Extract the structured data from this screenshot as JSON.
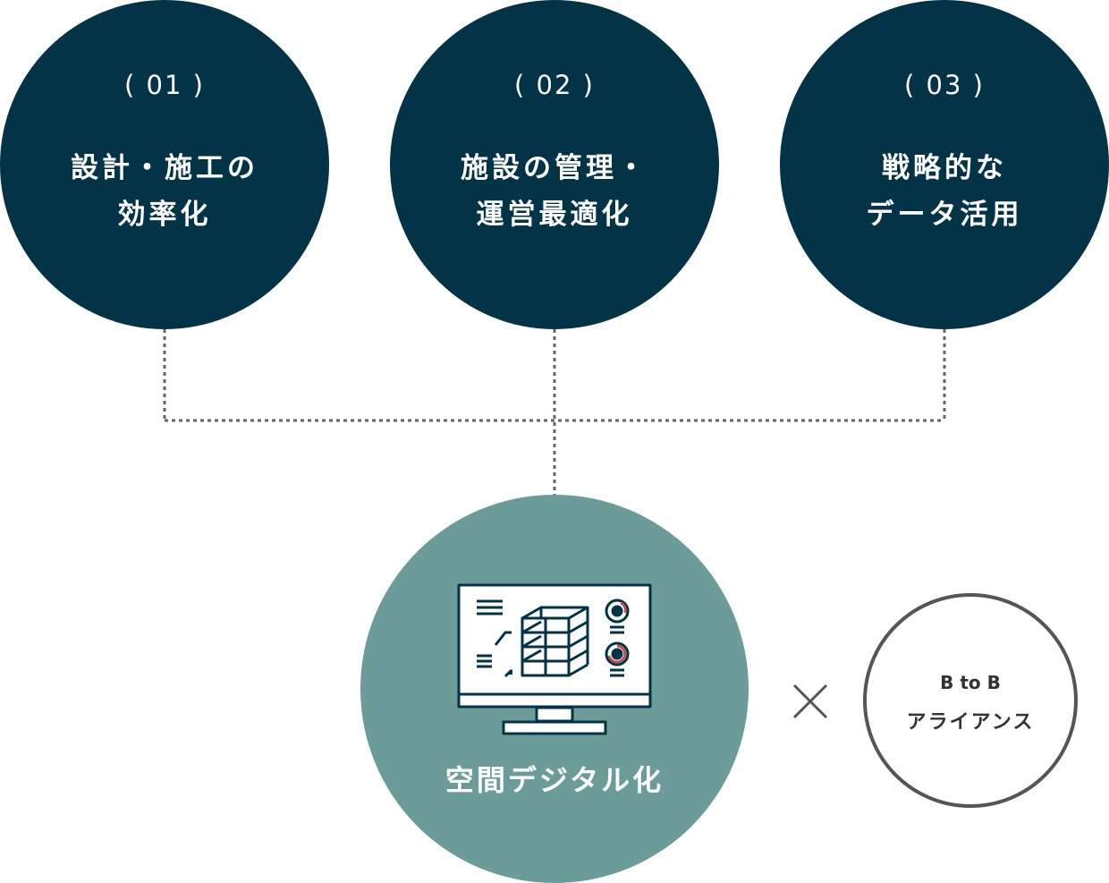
{
  "pillars": [
    {
      "number": "( 01 )",
      "title_line1": "設計・施工の",
      "title_line2": "効率化"
    },
    {
      "number": "( 02 )",
      "title_line1": "施設の管理・",
      "title_line2": "運営最適化"
    },
    {
      "number": "( 03 )",
      "title_line1": "戦略的な",
      "title_line2": "データ活用"
    }
  ],
  "core": {
    "label": "空間デジタル化",
    "icon": "monitor-3d-building-icon"
  },
  "operator": {
    "icon": "times-icon"
  },
  "partner": {
    "line1": "B to B",
    "line2": "アライアンス"
  },
  "colors": {
    "pillar_bg": "#023346",
    "core_bg": "#6c9c99",
    "accent_red": "#c0504d",
    "connector": "#666666",
    "partner_border": "#555555"
  }
}
